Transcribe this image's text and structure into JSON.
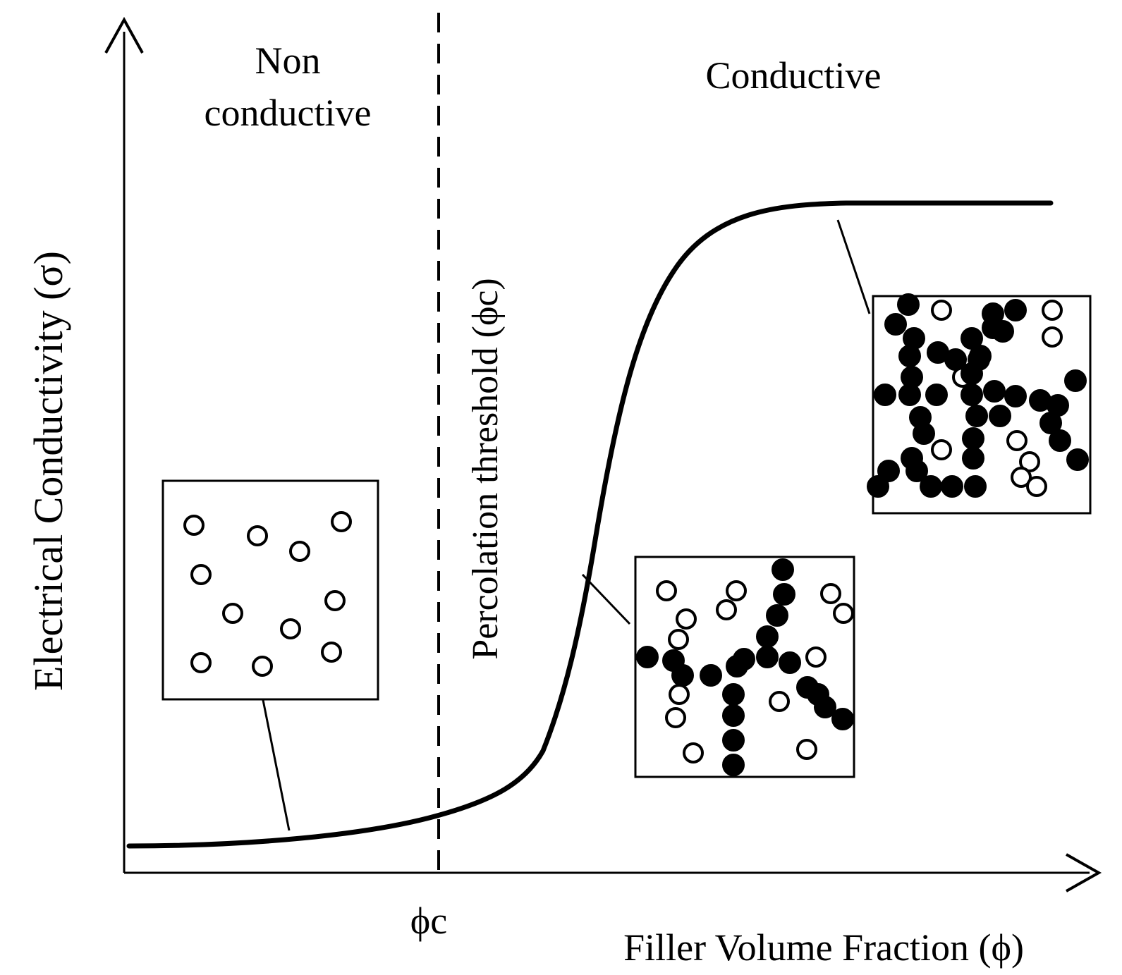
{
  "diagram": {
    "y_axis_label": "Electrical Conductivity (σ)",
    "x_axis_label": "Filler Volume Fraction (ϕ)",
    "threshold_tick_label": "ϕc",
    "threshold_label": "Percolation threshold (ϕc)",
    "regions": {
      "non_conductive_line1": "Non",
      "non_conductive_line2": "conductive",
      "conductive": "Conductive"
    },
    "insets": [
      {
        "name": "low-filler",
        "description_visible": false
      },
      {
        "name": "at-threshold",
        "description_visible": false
      },
      {
        "name": "high-filler",
        "description_visible": false
      }
    ],
    "colors": {
      "ink": "#000000",
      "background": "#ffffff"
    }
  }
}
